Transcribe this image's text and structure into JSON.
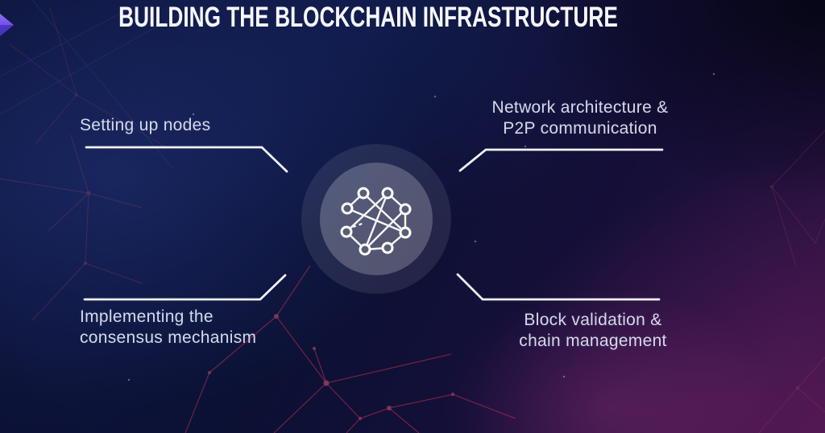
{
  "slide": {
    "title": "BUILDING THE BLOCKCHAIN INFRASTRUCTURE"
  },
  "callouts": {
    "top_left": {
      "lines": [
        "Setting up nodes"
      ]
    },
    "top_right": {
      "lines": [
        "Network architecture &",
        "P2P communication"
      ]
    },
    "bottom_left": {
      "lines": [
        "Implementing the",
        "consensus mechanism"
      ]
    },
    "bottom_right": {
      "lines": [
        "Block validation &",
        "chain management"
      ]
    }
  },
  "icons": {
    "center": "blockchain-network-icon",
    "corner": "logo-triangle-icon"
  },
  "colors": {
    "background_navy": "#0f1742",
    "background_purple": "#2d1240",
    "accent_red": "#c22848",
    "connector_white": "#f0f2f8",
    "label_text": "#d6dae8",
    "title_text": "#f6f7fb",
    "badge_inner": "rgba(255,255,255,0.22)",
    "badge_outer": "rgba(255,255,255,0.09)",
    "logo_purple": "#7a5cf0"
  }
}
